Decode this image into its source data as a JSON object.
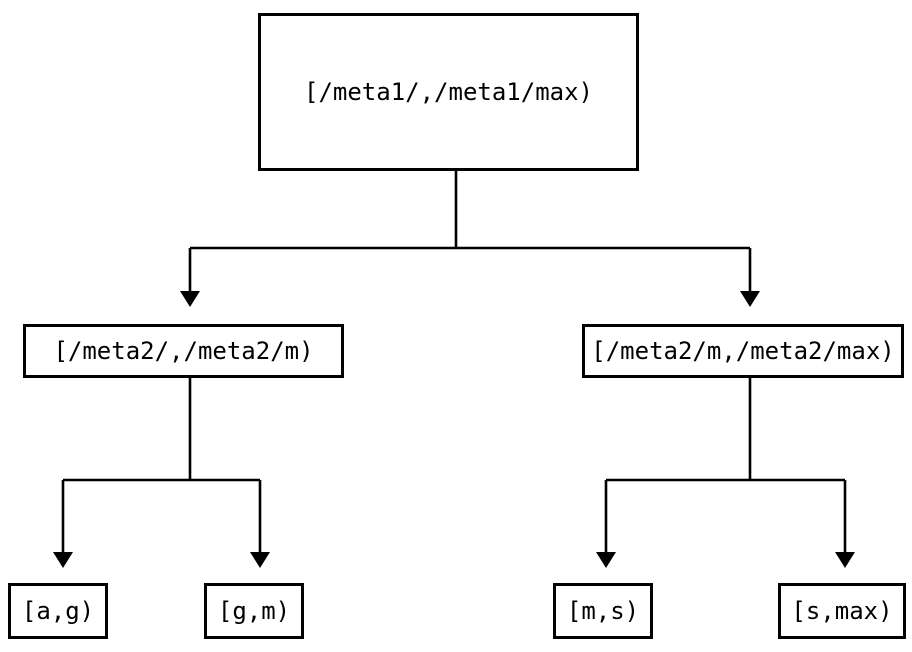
{
  "diagram": {
    "type": "tree",
    "colors": {
      "background": "#ffffff",
      "line": "#000000",
      "text": "#000000"
    },
    "nodes": {
      "root": {
        "label": "[/meta1/,/meta1/max)"
      },
      "mid_left": {
        "label": "[/meta2/,/meta2/m)"
      },
      "mid_right": {
        "label": "[/meta2/m,/meta2/max)"
      },
      "leaf_ag": {
        "label": "[a,g)"
      },
      "leaf_gm": {
        "label": "[g,m)"
      },
      "leaf_ms": {
        "label": "[m,s)"
      },
      "leaf_smax": {
        "label": "[s,max)"
      }
    },
    "edges": [
      {
        "from": "root",
        "to": "mid_left"
      },
      {
        "from": "root",
        "to": "mid_right"
      },
      {
        "from": "mid_left",
        "to": "leaf_ag"
      },
      {
        "from": "mid_left",
        "to": "leaf_gm"
      },
      {
        "from": "mid_right",
        "to": "leaf_ms"
      },
      {
        "from": "mid_right",
        "to": "leaf_smax"
      }
    ]
  }
}
